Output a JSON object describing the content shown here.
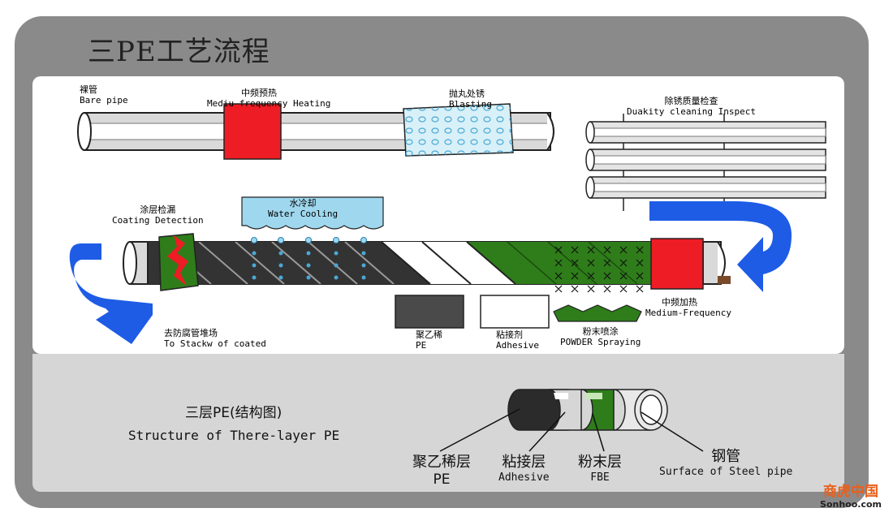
{
  "title": "三PE工艺流程",
  "steps": {
    "bare_pipe": {
      "cn": "裸管",
      "en": "Bare pipe"
    },
    "heating": {
      "cn": "中频预热",
      "en": "Mediu  frequency Heating"
    },
    "blasting": {
      "cn": "抛丸处锈",
      "en": "Blasting"
    },
    "inspect": {
      "cn": "除锈质量检查",
      "en": "Duakity cleaning Inspect"
    },
    "coating_detection": {
      "cn": "涂层检漏",
      "en": "Coating Detection"
    },
    "water_cooling": {
      "cn": "水冷却",
      "en": "Water Cooling"
    },
    "stack": {
      "cn": "去防腐管堆场",
      "en": "To Stackw of coated"
    },
    "pe": {
      "cn": "聚乙稀",
      "en": "PE"
    },
    "adhesive": {
      "cn": "粘接剂",
      "en": "Adhesive"
    },
    "powder": {
      "cn": "粉末喷涂",
      "en": "POWDER Spraying"
    },
    "medium_frequency": {
      "cn": "中频加热",
      "en": "Medium-Frequency"
    }
  },
  "structure": {
    "title_cn": "三层PE(结构图)",
    "title_en": "Structure of There-layer PE",
    "layers": [
      {
        "cn": "聚乙稀层",
        "en": "PE"
      },
      {
        "cn": "粘接层",
        "en": "Adhesive"
      },
      {
        "cn": "粉末层",
        "en": "FBE"
      },
      {
        "cn": "钢管",
        "en": "Surface of Steel pipe"
      }
    ]
  },
  "watermark": {
    "cn": "商虎中国",
    "en": "Sonhoo.com"
  },
  "colors": {
    "frame": "#8a8a8a",
    "panel": "#ffffff",
    "lower_panel": "#d6d6d6",
    "heater_red": "#ee1c24",
    "arrow_blue": "#1e5ce6",
    "fbe_green": "#2e7d1a",
    "pe_black": "#2b2b2b",
    "blast_blue": "#d8f0f8",
    "water_blue": "#9fd8ee"
  }
}
